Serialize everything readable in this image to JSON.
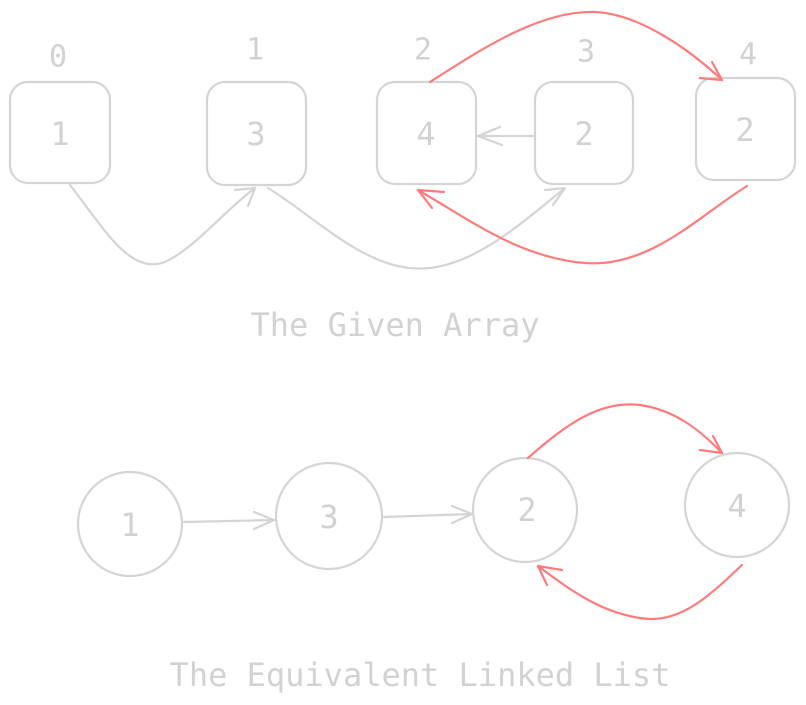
{
  "array": {
    "title": "The Given Array",
    "indices": [
      "0",
      "1",
      "2",
      "3",
      "4"
    ],
    "values": [
      "1",
      "3",
      "4",
      "2",
      "2"
    ]
  },
  "linked_list": {
    "title": "The Equivalent Linked List",
    "nodes": [
      "1",
      "3",
      "2",
      "4"
    ]
  },
  "colors": {
    "stroke": "#d4d4d4",
    "highlight": "#ff7b7b"
  }
}
